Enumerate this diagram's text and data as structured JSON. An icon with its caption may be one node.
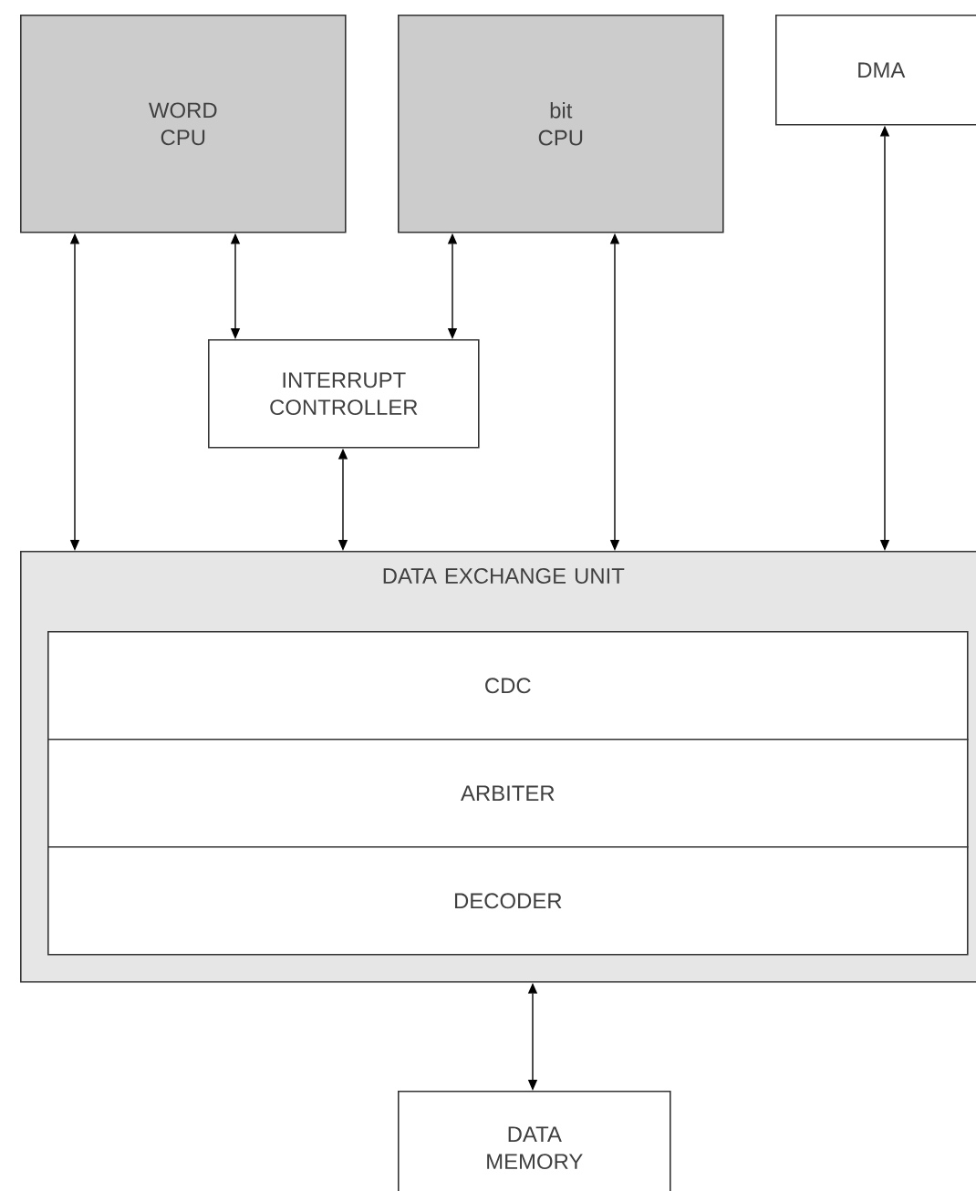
{
  "diagram": {
    "nodes": [
      {
        "text": [
          "WORD CPU"
        ]
      },
      {
        "text": [
          "bit CPU"
        ]
      },
      {
        "text": [
          "DMA"
        ]
      },
      {
        "text": [
          "INTERRUPT CONTROLLER"
        ]
      },
      {
        "text": [
          "DATA EXCHANGE UNIT"
        ]
      },
      {
        "text": [
          "CDC"
        ],
        "in": 4
      },
      {
        "text": [
          "ARBITER"
        ],
        "in": 4
      },
      {
        "text": [
          "DECODER"
        ],
        "in": 4
      },
      {
        "text": [
          "DATA MEMORY"
        ]
      }
    ],
    "edges": [
      {
        "from": 0,
        "to": 4,
        "arrow": "both"
      },
      {
        "from": 0,
        "to": 3,
        "arrow": "both"
      },
      {
        "from": 1,
        "to": 3,
        "arrow": "both"
      },
      {
        "from": 3,
        "to": 4,
        "arrow": "both"
      },
      {
        "from": 1,
        "to": 4,
        "arrow": "both"
      },
      {
        "from": 2,
        "to": 4,
        "arrow": "both"
      },
      {
        "from": 4,
        "to": 8,
        "arrow": "both"
      }
    ]
  }
}
